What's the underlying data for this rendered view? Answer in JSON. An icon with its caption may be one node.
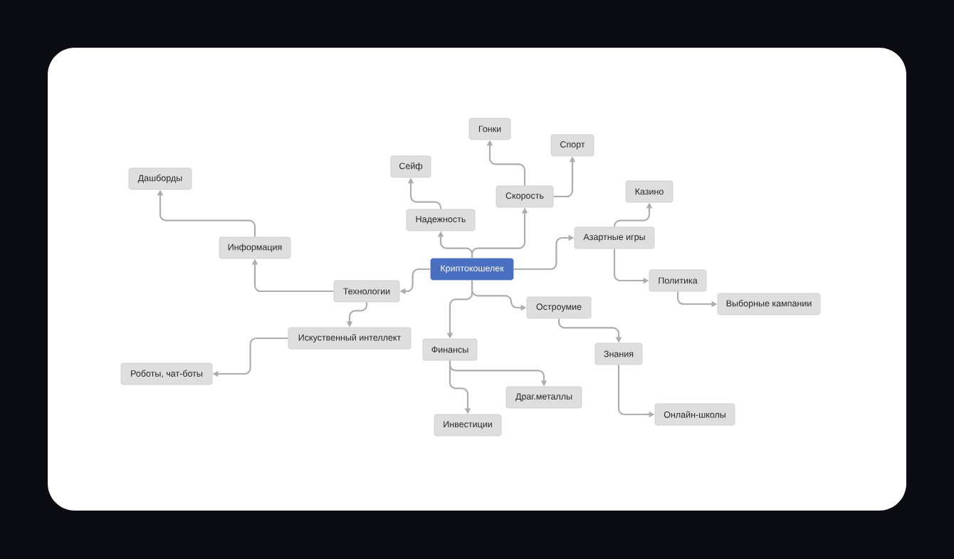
{
  "diagram": {
    "nodes": [
      {
        "text": [
          "Криптокошелек"
        ]
      },
      {
        "text": [
          "Надежность"
        ]
      },
      {
        "text": [
          "Сейф"
        ]
      },
      {
        "text": [
          "Скорость"
        ]
      },
      {
        "text": [
          "Гонки"
        ]
      },
      {
        "text": [
          "Спорт"
        ]
      },
      {
        "text": [
          "Азартные игры"
        ]
      },
      {
        "text": [
          "Казино"
        ]
      },
      {
        "text": [
          "Политика"
        ]
      },
      {
        "text": [
          "Выборные кампании"
        ]
      },
      {
        "text": [
          "Остроумие"
        ]
      },
      {
        "text": [
          "Знания"
        ]
      },
      {
        "text": [
          "Онлайн-школы"
        ]
      },
      {
        "text": [
          "Финансы"
        ]
      },
      {
        "text": [
          "Драг.металлы"
        ]
      },
      {
        "text": [
          "Инвестиции"
        ]
      },
      {
        "text": [
          "Технологии"
        ]
      },
      {
        "text": [
          "Информация"
        ]
      },
      {
        "text": [
          "Дашборды"
        ]
      },
      {
        "text": [
          "Искуственный интеллект"
        ]
      },
      {
        "text": [
          "Роботы, чат-боты"
        ]
      }
    ],
    "edges": [
      {
        "from": 0,
        "to": 1,
        "arrow": "to"
      },
      {
        "from": 1,
        "to": 2,
        "arrow": "to"
      },
      {
        "from": 0,
        "to": 3,
        "arrow": "to"
      },
      {
        "from": 3,
        "to": 4,
        "arrow": "to"
      },
      {
        "from": 3,
        "to": 5,
        "arrow": "to"
      },
      {
        "from": 0,
        "to": 6,
        "arrow": "to"
      },
      {
        "from": 6,
        "to": 7,
        "arrow": "to"
      },
      {
        "from": 6,
        "to": 8,
        "arrow": "to"
      },
      {
        "from": 8,
        "to": 9,
        "arrow": "to"
      },
      {
        "from": 0,
        "to": 10,
        "arrow": "to"
      },
      {
        "from": 10,
        "to": 11,
        "arrow": "to"
      },
      {
        "from": 11,
        "to": 12,
        "arrow": "to"
      },
      {
        "from": 0,
        "to": 13,
        "arrow": "to"
      },
      {
        "from": 13,
        "to": 14,
        "arrow": "to"
      },
      {
        "from": 13,
        "to": 15,
        "arrow": "to"
      },
      {
        "from": 0,
        "to": 16,
        "arrow": "to"
      },
      {
        "from": 16,
        "to": 17,
        "arrow": "to"
      },
      {
        "from": 17,
        "to": 18,
        "arrow": "to"
      },
      {
        "from": 16,
        "to": 19,
        "arrow": "to"
      },
      {
        "from": 19,
        "to": 20,
        "arrow": "to"
      }
    ]
  }
}
